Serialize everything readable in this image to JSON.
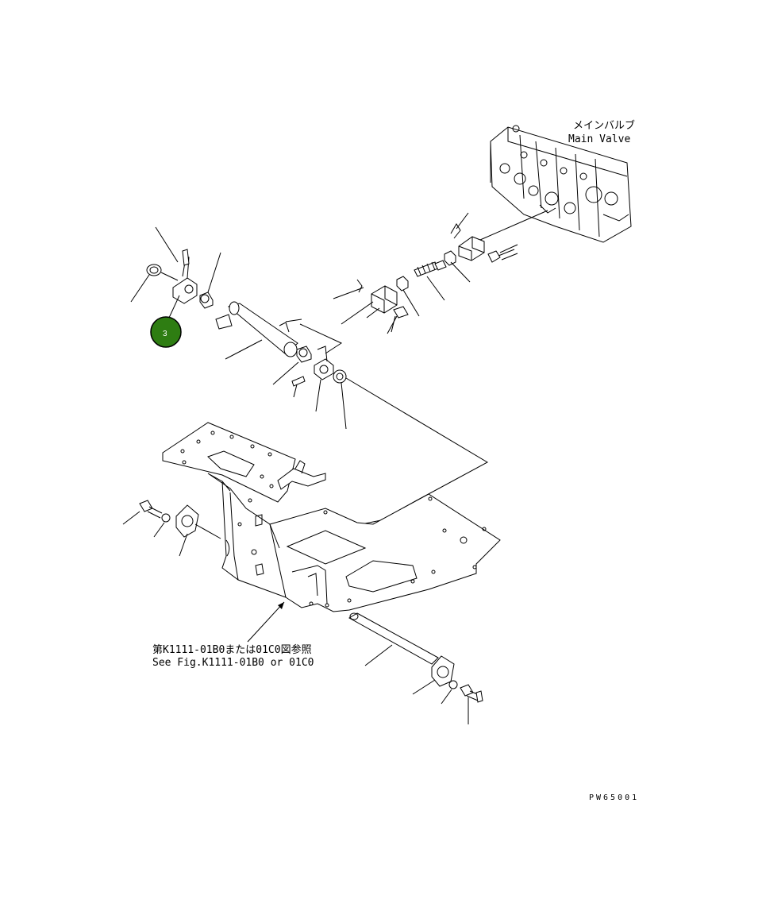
{
  "labels": {
    "main_valve_jp": "メインバルブ",
    "main_valve_en": "Main Valve",
    "ref_jp": "第K1111-01B0または01C0図参照",
    "ref_en": "See Fig.K1111-01B0 or 01C0",
    "drawing_code": "PW65001"
  },
  "callouts": [
    {
      "number": "3",
      "color": "#2e7d12"
    }
  ]
}
